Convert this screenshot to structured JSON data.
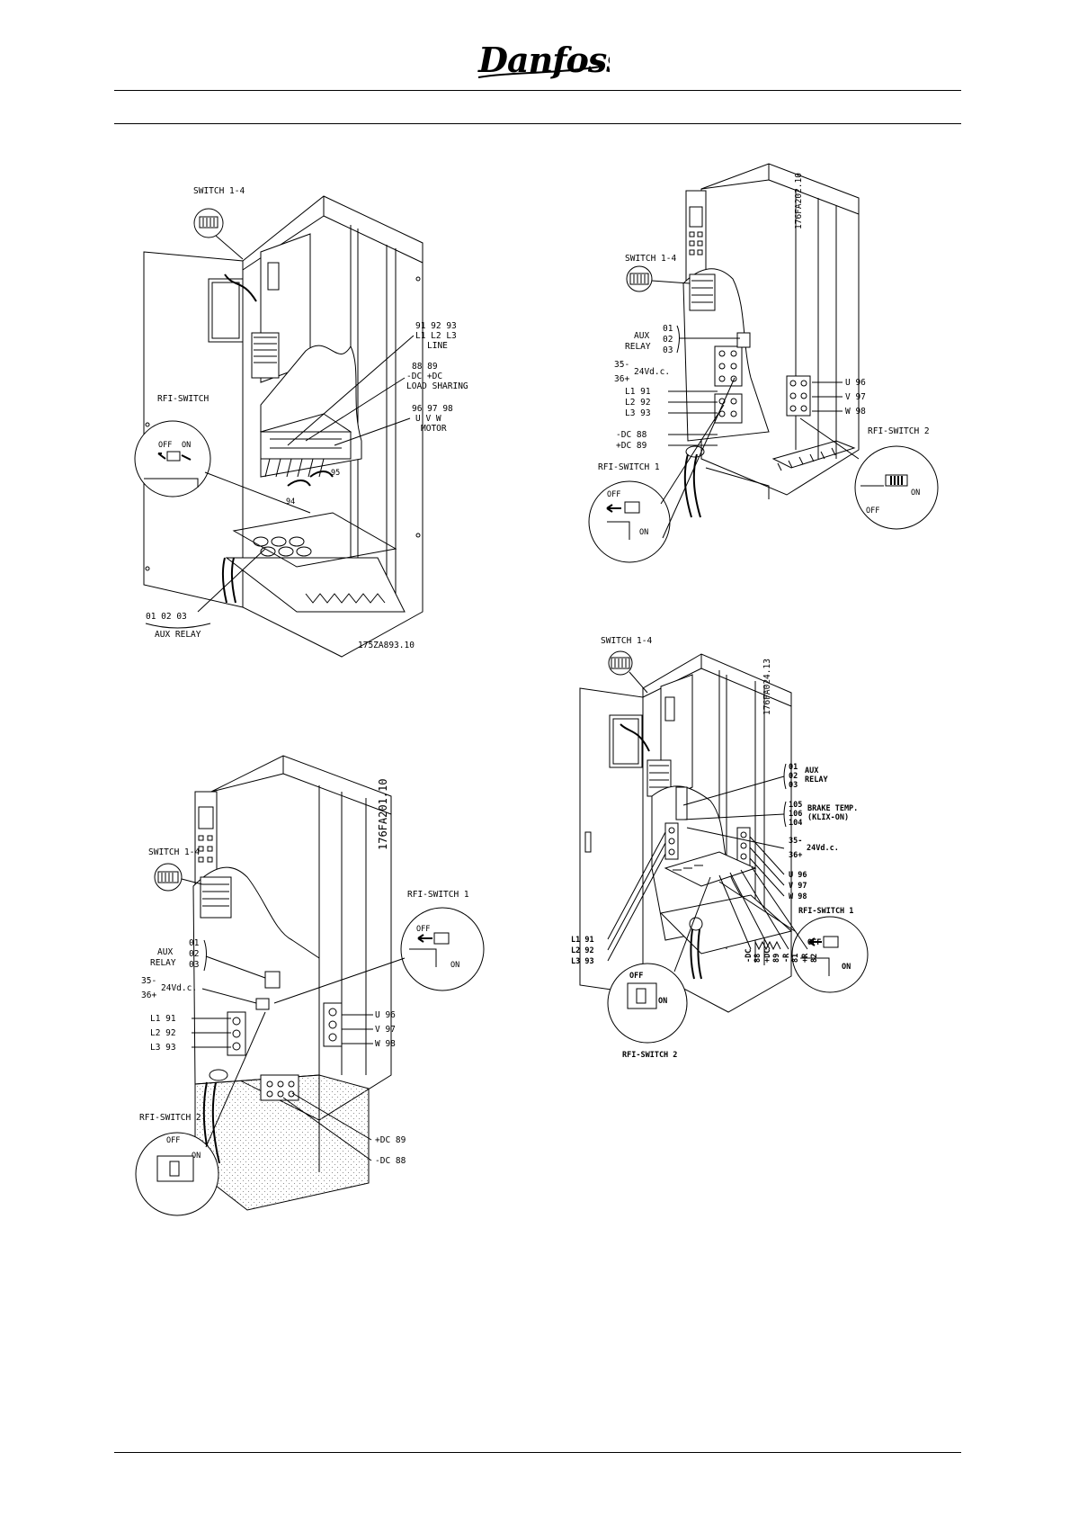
{
  "header": {
    "brand": "Danfoss",
    "colors": {
      "ink": "#000000",
      "paper": "#ffffff"
    }
  },
  "figures": [
    {
      "id": "top-left",
      "code": "175ZA893.10",
      "labels": {
        "switch": "SWITCH 1-4",
        "rfi_switch": "RFI-SWITCH",
        "off": "OFF",
        "on": "ON",
        "line_terminals": "91 92 93",
        "line_phases": "L1 L2 L3",
        "line": "LINE",
        "load_terminals": "88  89",
        "load_dc": "-DC +DC",
        "load_sharing": "LOAD SHARING",
        "motor_terminals": "96 97 98",
        "motor_phases": "U  V  W",
        "motor": "MOTOR",
        "ground_95": "95",
        "ground_94": "94",
        "aux_terminals": "01 02 03",
        "aux_relay": "AUX RELAY"
      }
    },
    {
      "id": "top-right",
      "code": "176FA202.10",
      "labels": {
        "switch": "SWITCH 1-4",
        "aux": "AUX",
        "relay": "RELAY",
        "r01": "01",
        "r02": "02",
        "r03": "03",
        "t35": "35-",
        "t36": "36+",
        "v24": "24Vd.c.",
        "l1": "L1 91",
        "l2": "L2 92",
        "l3": "L3 93",
        "dc_minus": "-DC 88",
        "dc_plus": "+DC 89",
        "u": "U 96",
        "v": "V 97",
        "w": "W 98",
        "rfi1": "RFI-SWITCH 1",
        "rfi2": "RFI-SWITCH 2",
        "off": "OFF",
        "on": "ON"
      }
    },
    {
      "id": "bottom-left",
      "code": "176FA201.10",
      "labels": {
        "switch": "SWITCH 1-4",
        "aux": "AUX",
        "relay": "RELAY",
        "r01": "01",
        "r02": "02",
        "r03": "03",
        "t35": "35-",
        "t36": "36+",
        "v24": "24Vd.c.",
        "l1": "L1 91",
        "l2": "L2 92",
        "l3": "L3 93",
        "u": "U 96",
        "v": "V 97",
        "w": "W 98",
        "rfi1": "RFI-SWITCH 1",
        "rfi2": "RFI-SWITCH 2",
        "dc_plus": "+DC 89",
        "dc_minus": "-DC 88",
        "off": "OFF",
        "on": "ON"
      }
    },
    {
      "id": "bottom-right",
      "code": "176FA024.13",
      "labels": {
        "switch": "SWITCH 1-4",
        "r01": "01",
        "r02": "02",
        "r03": "03",
        "aux": "AUX",
        "relay": "RELAY",
        "b105": "105",
        "b106": "106",
        "b104": "104",
        "brake": "BRAKE TEMP.",
        "klix": "(KLIX-ON)",
        "t35": "35-",
        "t36": "36+",
        "v24": "24Vd.c.",
        "u": "U 96",
        "v": "V 97",
        "w": "W 98",
        "rfi1": "RFI-SWITCH 1",
        "rfi2": "RFI-SWITCH 2",
        "l1": "L1 91",
        "l2": "L2 92",
        "l3": "L3 93",
        "dcm": "-DC",
        "dcm_n": "88",
        "dcp": "+DC",
        "dcp_n": "89",
        "rm": "-R",
        "rm_n": "81",
        "rp": "+R",
        "rp_n": "82",
        "off": "OFF",
        "on": "ON"
      }
    }
  ]
}
